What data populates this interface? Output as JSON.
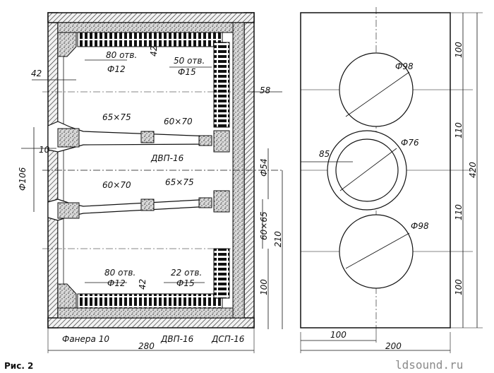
{
  "figure_label": "Рис. 2",
  "watermark": "ldsound.ru",
  "section_view": {
    "top_holes": "80 отв.",
    "top_holes_dia": "Ф12",
    "top_right_holes": "50 отв.",
    "top_right_holes_dia": "Ф15",
    "dim_42_left": "42",
    "dim_42_top": "42",
    "dim_58": "58",
    "dim_65x75_top": "65×75",
    "dim_60x70_top": "60×70",
    "dvp16_mid": "ДВП-16",
    "dim_10": "10",
    "dim_106": "Ф106",
    "dim_60x70_low": "60×70",
    "dim_65x75_low": "65×75",
    "dim_54": "Ф54",
    "dim_60x65": "60×65",
    "dim_210": "210",
    "bottom_holes": "80 отв.",
    "bottom_holes_dia": "Ф12",
    "bottom_right_holes": "22 отв.",
    "bottom_right_holes_dia": "Ф15",
    "dim_42_bottom": "42",
    "dim_100_left": "100",
    "plywood": "Фанера 10",
    "dvp16_bottom": "ДВП-16",
    "dsp16": "ДСП-16",
    "dim_280": "280"
  },
  "front_view": {
    "dia_top": "Ф98",
    "dia_mid": "Ф76",
    "dia_bot": "Ф98",
    "dim_85": "85",
    "dim_100_top": "100",
    "dim_110_a": "110",
    "dim_110_b": "110",
    "dim_100_bot": "100",
    "dim_420": "420",
    "dim_100_width": "100",
    "dim_200": "200"
  }
}
